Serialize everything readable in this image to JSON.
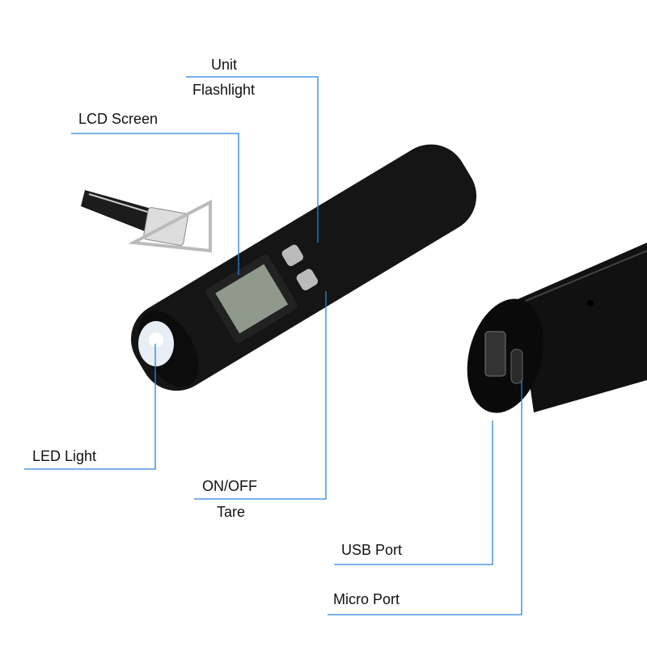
{
  "labels": {
    "unit": "Unit",
    "flashlight": "Flashlight",
    "lcd_screen": "LCD Screen",
    "led_light": "LED Light",
    "on_off": "ON/OFF",
    "tare": "Tare",
    "usb_port": "USB Port",
    "micro_port": "Micro Port"
  },
  "colors": {
    "leader_line": "#2a82dc",
    "device_body": "#141414"
  }
}
